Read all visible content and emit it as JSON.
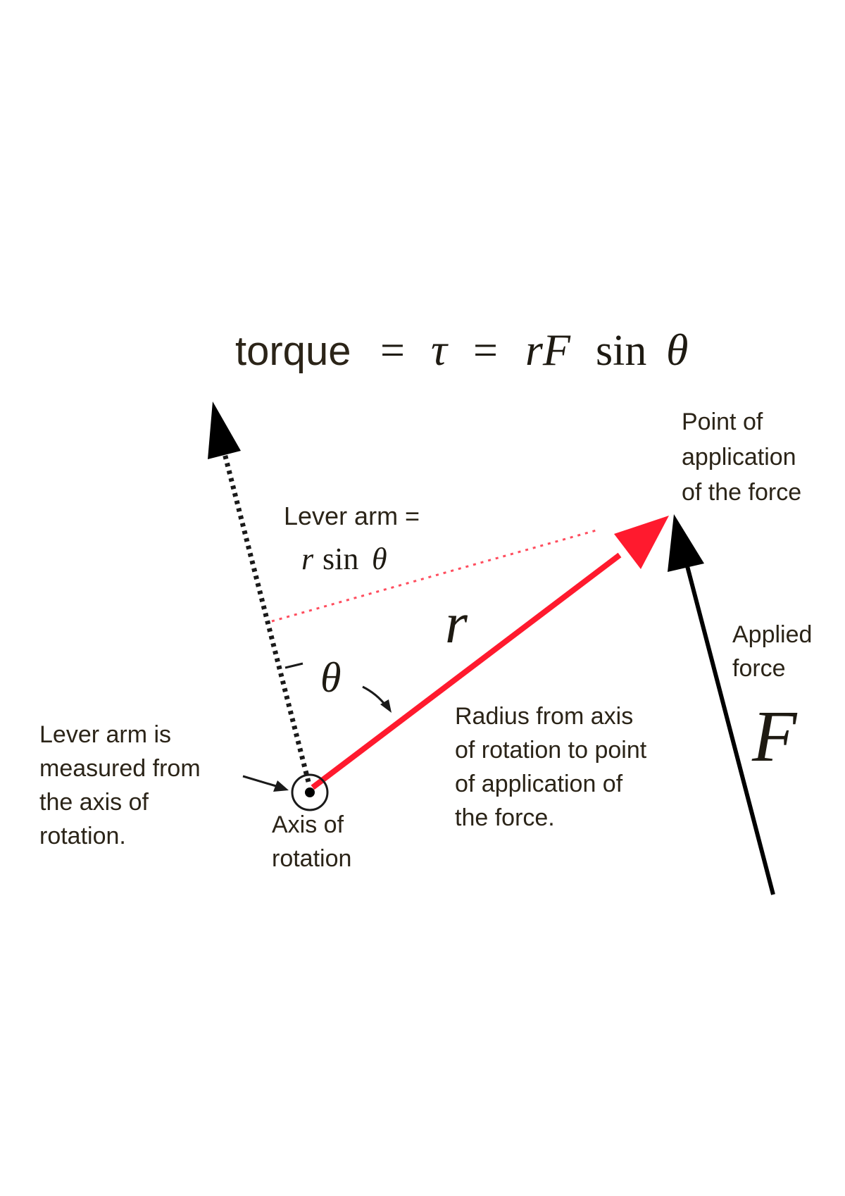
{
  "equation": {
    "word": "torque",
    "eq1": "=",
    "tau": "τ",
    "eq2": "=",
    "rF": "rF",
    "sin": "sin",
    "theta": "θ"
  },
  "lever_arm_label": {
    "line1": "Lever arm =",
    "r": "r",
    "sin": "sin",
    "theta": "θ"
  },
  "point_of_application": {
    "lines": [
      "Point of",
      "application",
      "of the force"
    ]
  },
  "applied_force": {
    "lines": [
      "Applied",
      "force"
    ],
    "symbol": "F"
  },
  "radius_symbol": "r",
  "angle_symbol": "θ",
  "radius_description": {
    "lines": [
      "Radius from axis",
      "of rotation to point",
      "of application of",
      "the force."
    ]
  },
  "lever_arm_note": {
    "lines": [
      "Lever arm is",
      "measured from",
      "the axis of",
      "rotation."
    ]
  },
  "axis_label": {
    "lines": [
      "Axis of",
      "rotation"
    ]
  },
  "colors": {
    "radius_vector": "#ff1a2e",
    "lever_arm_line": "#ff4d5e",
    "force_vector": "#000000",
    "dotted_direction": "#1a1a1a",
    "text": "#2b2418"
  }
}
